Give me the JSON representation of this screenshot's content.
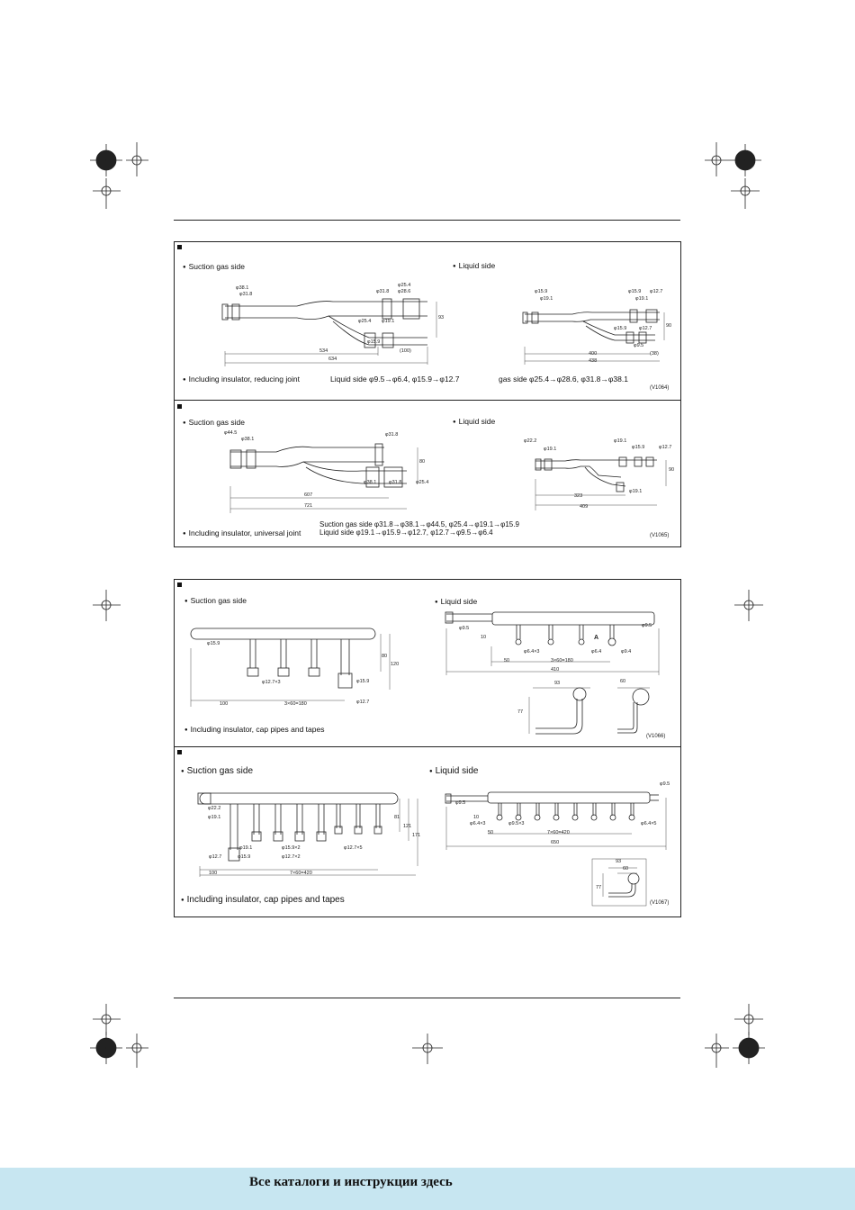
{
  "sections": {
    "s1": {
      "suction_title": "Suction gas side",
      "liquid_title": "Liquid side",
      "gas_dims": [
        "φ38.1",
        "φ31.8",
        "φ31.8",
        "φ25.4",
        "φ28.6",
        "φ25.4",
        "φ19.1",
        "φ15.9",
        "93",
        "(100)",
        "534",
        "634"
      ],
      "liquid_dims": [
        "φ15.9",
        "φ19.1",
        "φ15.9",
        "φ12.7",
        "φ19.1",
        "φ15.9",
        "φ12.7",
        "φ9.5",
        "90",
        "400",
        "438",
        "(38)"
      ],
      "note": "Including insulator, reducing joint",
      "liquid_reduce": "Liquid side   φ9.5→φ6.4, φ15.9→φ12.7",
      "gas_reduce": "gas side   φ25.4→φ28.6, φ31.8→φ38.1",
      "code": "(V1064)"
    },
    "s2": {
      "suction_title": "Suction gas side",
      "liquid_title": "Liquid side",
      "gas_dims": [
        "φ44.5",
        "φ38.1",
        "φ31.8",
        "φ38.1",
        "φ31.8",
        "φ25.4",
        "80",
        "607",
        "721"
      ],
      "liquid_dims": [
        "φ22.2",
        "φ19.1",
        "φ19.1",
        "φ15.9",
        "φ12.7",
        "φ19.1",
        "90",
        "323",
        "409"
      ],
      "note": "Including insulator, universal joint",
      "suction_reduce": "Suction gas side  φ31.8→φ38.1→φ44.5, φ25.4→φ19.1→φ15.9",
      "liquid_reduce": "Liquid side         φ19.1→φ15.9→φ12.7, φ12.7→φ9.5→φ6.4",
      "code": "(V1065)"
    },
    "s3": {
      "suction_title": "Suction gas side",
      "liquid_title": "Liquid side",
      "gas_dims": [
        "φ15.9",
        "φ12.7×3",
        "φ15.9",
        "φ12.7",
        "80",
        "120",
        "100",
        "3×60=180"
      ],
      "liquid_dims": [
        "φ9.5",
        "10",
        "φ6.4×3",
        "φ6.4",
        "φ9.4",
        "φ9.5",
        "A",
        "50",
        "3×60=180",
        "410",
        "93",
        "60",
        "77"
      ],
      "note": "Including insulator, cap pipes and tapes",
      "code": "(V1066)"
    },
    "s4": {
      "suction_title": "Suction gas side",
      "liquid_title": "Liquid side",
      "gas_dims": [
        "φ22.2",
        "φ19.1",
        "φ19.1",
        "φ15.9×2",
        "φ12.7×5",
        "φ12.7",
        "φ15.9",
        "φ12.7×2",
        "81",
        "121",
        "171",
        "100",
        "7×60=420"
      ],
      "liquid_dims": [
        "φ9.5",
        "φ9.5",
        "10",
        "φ6.4×3",
        "φ9.5×3",
        "φ6.4×5",
        "50",
        "7×60=420",
        "650",
        "93",
        "60",
        "77"
      ],
      "note": "Including insulator, cap pipes and tapes",
      "code": "(V1067)"
    }
  },
  "footer": {
    "text": "Все каталоги и инструкции здесь",
    "bg": "#c7e6f1"
  }
}
